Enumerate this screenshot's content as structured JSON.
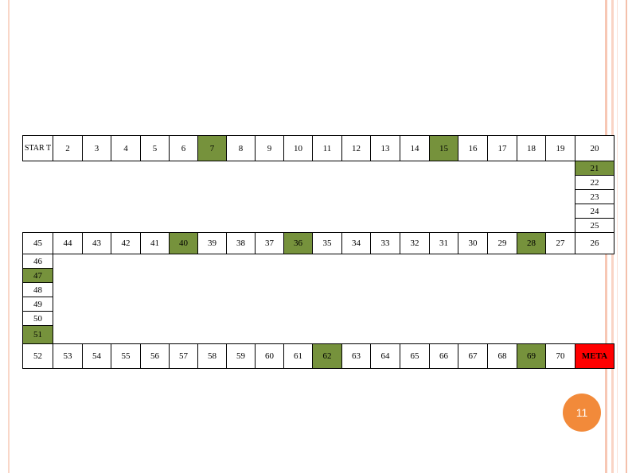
{
  "board": {
    "cells": {
      "c1": "STAR T",
      "c2": "2",
      "c3": "3",
      "c4": "4",
      "c5": "5",
      "c6": "6",
      "c7": "7",
      "c8": "8",
      "c9": "9",
      "c10": "10",
      "c11": "11",
      "c12": "12",
      "c13": "13",
      "c14": "14",
      "c15": "15",
      "c16": "16",
      "c17": "17",
      "c18": "18",
      "c19": "19",
      "c20": "20",
      "c21": "21",
      "c22": "22",
      "c23": "23",
      "c24": "24",
      "c25": "25",
      "c26": "26",
      "c27": "27",
      "c28": "28",
      "c29": "29",
      "c30": "30",
      "c31": "31",
      "c32": "32",
      "c33": "33",
      "c34": "34",
      "c35": "35",
      "c36": "36",
      "c37": "37",
      "c38": "38",
      "c39": "39",
      "c40": "40",
      "c41": "41",
      "c42": "42",
      "c43": "43",
      "c44": "44",
      "c45": "45",
      "c46": "46",
      "c47": "47",
      "c48": "48",
      "c49": "49",
      "c50": "50",
      "c51": "51",
      "c52": "52",
      "c53": "53",
      "c54": "54",
      "c55": "55",
      "c56": "56",
      "c57": "57",
      "c58": "58",
      "c59": "59",
      "c60": "60",
      "c61": "61",
      "c62": "62",
      "c63": "63",
      "c64": "64",
      "c65": "65",
      "c66": "66",
      "c67": "67",
      "c68": "68",
      "c69": "69",
      "c70": "70",
      "c71": "META"
    },
    "highlight_color": "#76923c",
    "finish_color": "#ff0000"
  },
  "slide": {
    "page_number": "11"
  }
}
